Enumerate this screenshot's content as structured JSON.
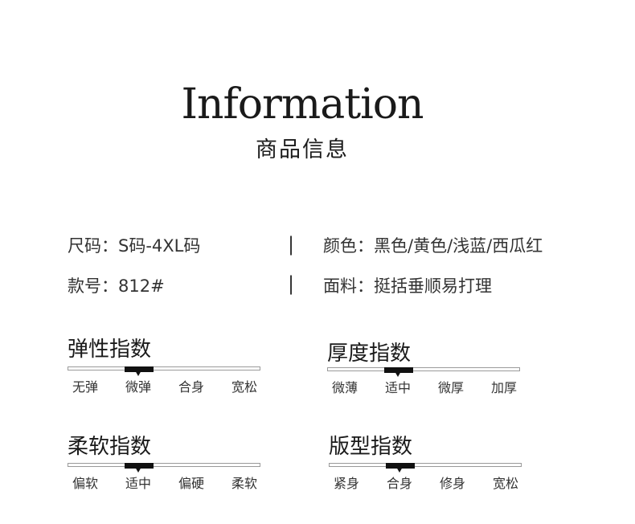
{
  "header": {
    "title_en": "Information",
    "title_cn": "商品信息"
  },
  "info": {
    "size_label": "尺码：",
    "size_value": "S码-4XL码",
    "color_label": "颜色：",
    "color_value": "黑色/黄色/浅蓝/西瓜红",
    "style_label": "款号：",
    "style_value": "812#",
    "fabric_label": "面料：",
    "fabric_value": "挺括垂顺易打理",
    "separator": "|"
  },
  "scales": {
    "elasticity": {
      "name": "弹性指数",
      "levels": [
        "无弹",
        "微弹",
        "合身",
        "宽松"
      ],
      "selected": 1
    },
    "thickness": {
      "name": "厚度指数",
      "levels": [
        "微薄",
        "适中",
        "微厚",
        "加厚"
      ],
      "selected": 1
    },
    "softness": {
      "name": "柔软指数",
      "levels": [
        "偏软",
        "适中",
        "偏硬",
        "柔软"
      ],
      "selected": 1
    },
    "fit": {
      "name": "版型指数",
      "levels": [
        "紧身",
        "合身",
        "修身",
        "宽松"
      ],
      "selected": 1
    }
  },
  "colors": {
    "accent": "#111111",
    "track_border": "#9a9a9a",
    "text": "#333333"
  }
}
